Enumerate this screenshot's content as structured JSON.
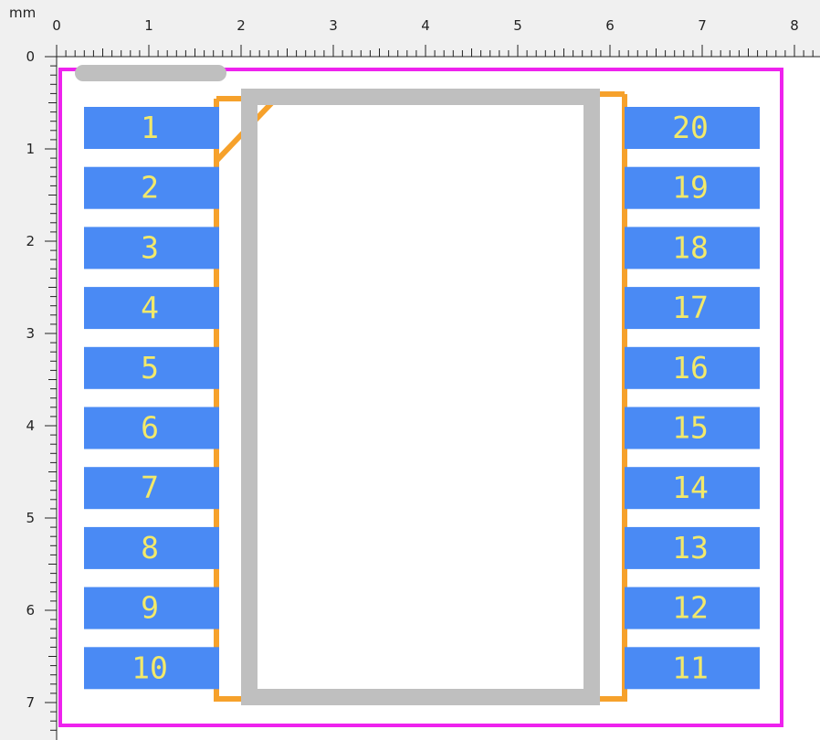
{
  "units_label": "mm",
  "x_ticks": [
    "0",
    "1",
    "2",
    "3",
    "4",
    "5",
    "6",
    "7",
    "8"
  ],
  "y_ticks": [
    "0",
    "1",
    "2",
    "3",
    "4",
    "5",
    "6",
    "7"
  ],
  "pads_left": [
    "1",
    "2",
    "3",
    "4",
    "5",
    "6",
    "7",
    "8",
    "9",
    "10"
  ],
  "pads_right": [
    "20",
    "19",
    "18",
    "17",
    "16",
    "15",
    "14",
    "13",
    "12",
    "11"
  ],
  "colors": {
    "background": "#f0f0f0",
    "canvas": "#ffffff",
    "ruler_line": "#222222",
    "courtyard": "#ee22ee",
    "pad": "#4a8af4",
    "pad_label": "#f2e96a",
    "silkscreen": "#bfbfbf",
    "assembly": "#f6a12b"
  }
}
